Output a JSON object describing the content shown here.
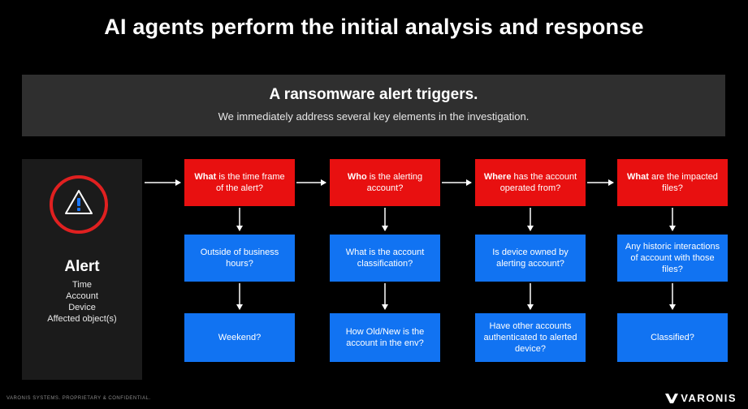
{
  "title": "AI agents perform the initial analysis and response",
  "banner": {
    "title": "A ransomware alert triggers.",
    "subtitle": "We immediately address several key elements in the investigation."
  },
  "alert": {
    "heading": "Alert",
    "items": [
      "Time",
      "Account",
      "Device",
      "Affected object(s)"
    ]
  },
  "columns": [
    {
      "question_bold": "What",
      "question_rest": " is the time frame of the alert?",
      "step2": "Outside of business hours?",
      "step3": "Weekend?"
    },
    {
      "question_bold": "Who",
      "question_rest": " is the alerting account?",
      "step2": "What is the account classification?",
      "step3": "How Old/New is the account in the env?"
    },
    {
      "question_bold": "Where",
      "question_rest": " has the account operated from?",
      "step2": "Is device owned by alerting account?",
      "step3": "Have other accounts authenticated to alerted device?"
    },
    {
      "question_bold": "What",
      "question_rest": " are the impacted files?",
      "step2": "Any historic interactions of account with those files?",
      "step3": "Classified?"
    }
  ],
  "footer": "VARONIS SYSTEMS. PROPRIETARY & CONFIDENTIAL.",
  "logo": "VARONIS",
  "colors": {
    "background": "#000000",
    "banner": "#2f2f2f",
    "question_red": "#e81010",
    "step_blue": "#1173f2",
    "alert_ring": "#e02020"
  }
}
